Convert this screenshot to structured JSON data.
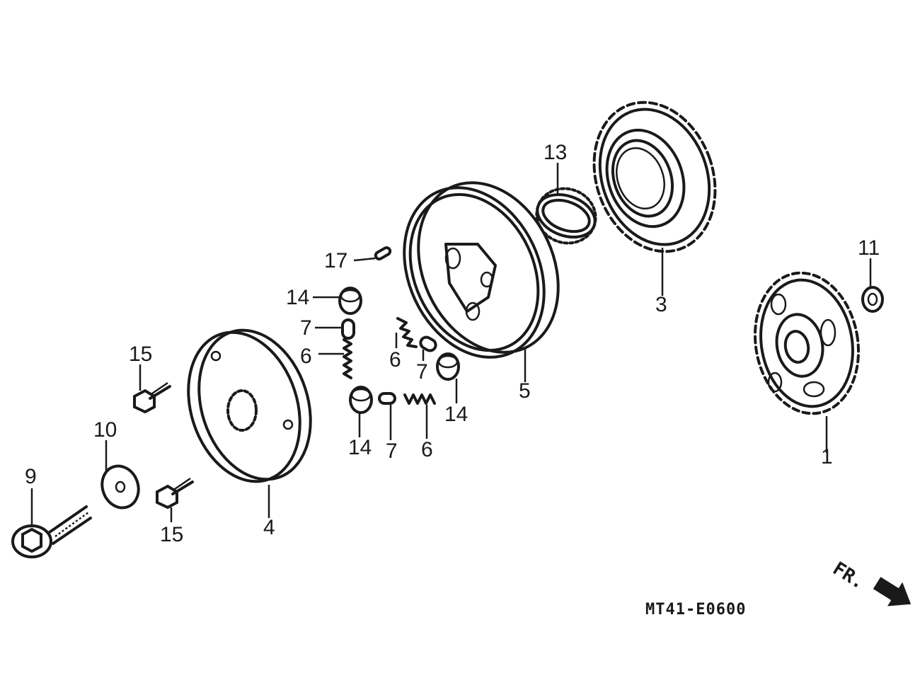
{
  "callouts": {
    "c1": "1",
    "c3": "3",
    "c4": "4",
    "c5": "5",
    "c6a": "6",
    "c6b": "6",
    "c6c": "6",
    "c7a": "7",
    "c7b": "7",
    "c7c": "7",
    "c9": "9",
    "c10": "10",
    "c11": "11",
    "c13": "13",
    "c14a": "14",
    "c14b": "14",
    "c14c": "14",
    "c15a": "15",
    "c15b": "15",
    "c17": "17"
  },
  "diagram_code": "MT41-E0600",
  "direction_label": "FR."
}
